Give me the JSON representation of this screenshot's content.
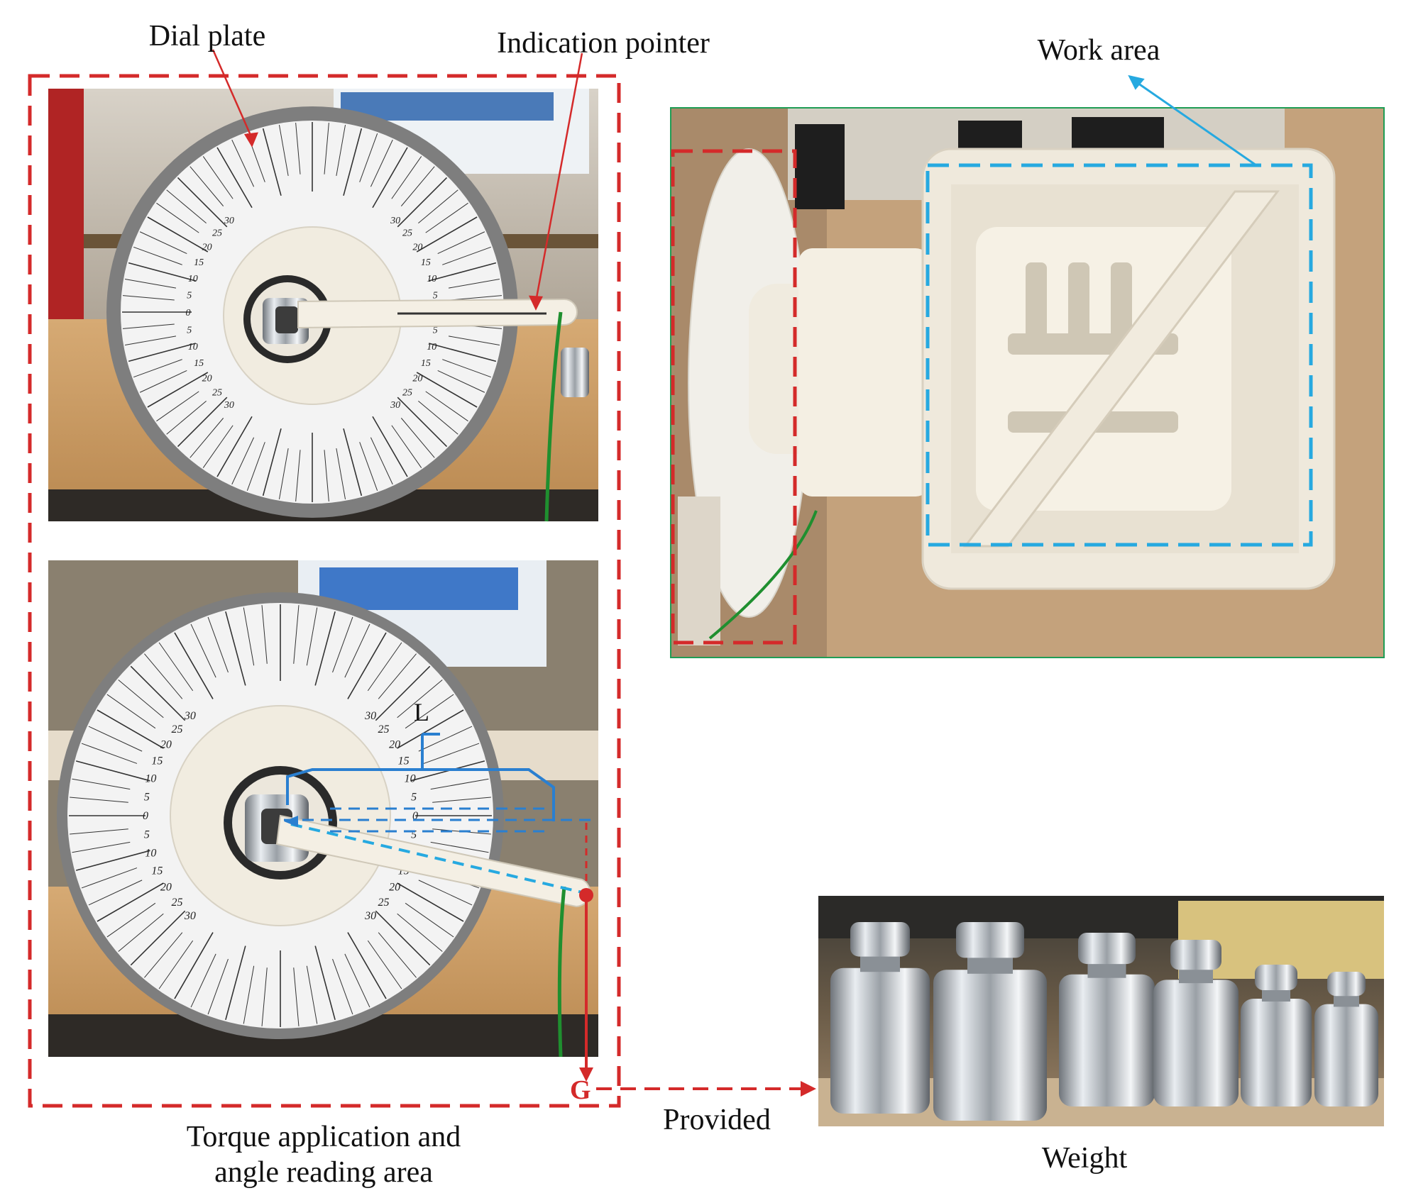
{
  "labels": {
    "dial_plate": "Dial plate",
    "indication_pointer": "Indication pointer",
    "work_area": "Work area",
    "torque_area_line1": "Torque application and",
    "torque_area_line2": "angle reading area",
    "provided": "Provided",
    "weight": "Weight",
    "L": "L",
    "G": "G"
  },
  "dial_numbers": {
    "right_side": [
      "0",
      "5",
      "10",
      "15",
      "20",
      "25",
      "30"
    ],
    "left_side": [
      "0",
      "5",
      "10",
      "15",
      "20",
      "25",
      "30"
    ]
  },
  "colors": {
    "red_dashed": "#d42a2a",
    "blue_dashed": "#26a9e0",
    "blue_line": "#2a7fd0",
    "green_border": "#1f9d55",
    "wood": "#c99a64",
    "plastic": "#f2ede0",
    "dial_paper": "#f5f5f5",
    "steel": "#c9cdd2"
  }
}
